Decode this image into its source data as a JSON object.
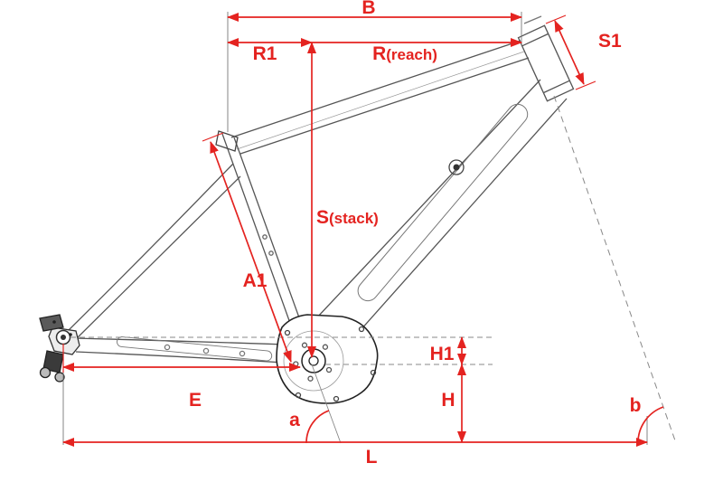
{
  "diagram": {
    "labels": {
      "B": "B",
      "R1": "R1",
      "R_main": "R",
      "R_sub": "(reach)",
      "S1": "S1",
      "S_main": "S",
      "S_sub": "(stack)",
      "A1": "A1",
      "H1": "H1",
      "H": "H",
      "E": "E",
      "a": "a",
      "b": "b",
      "L": "L"
    },
    "colors": {
      "dimension_red": "#e42320",
      "frame_gray": "#555555",
      "detail_dark": "#222222",
      "reference_gray": "#888888",
      "background": "#ffffff"
    }
  }
}
